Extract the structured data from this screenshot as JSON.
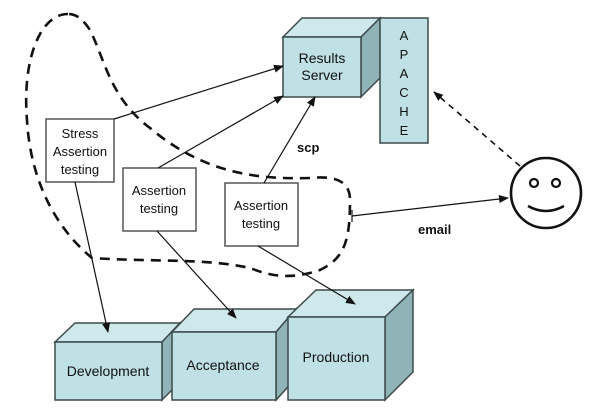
{
  "diagram": {
    "nodes": {
      "results_server": {
        "line1": "Results",
        "line2": "Server"
      },
      "apache": {
        "letters": [
          "A",
          "P",
          "A",
          "C",
          "H",
          "E"
        ]
      },
      "stress_testing": {
        "line1": "Stress",
        "line2": "Assertion",
        "line3": "testing"
      },
      "assertion_testing_1": {
        "line1": "Assertion",
        "line2": "testing"
      },
      "assertion_testing_2": {
        "line1": "Assertion",
        "line2": "testing"
      },
      "development": {
        "label": "Development"
      },
      "acceptance": {
        "label": "Acceptance"
      },
      "production": {
        "label": "Production"
      },
      "user": {
        "icon": "smiley-face-icon"
      }
    },
    "edge_labels": {
      "scp": "scp",
      "email": "email"
    },
    "colors": {
      "box_fill": "#bfe0e4",
      "box_side": "#8fb3b6",
      "line": "#111111"
    }
  }
}
